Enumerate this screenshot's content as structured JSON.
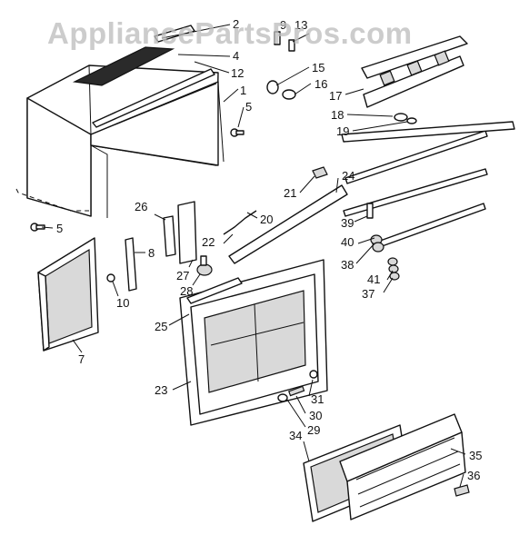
{
  "watermark": "AppliancePartsPros.com",
  "callouts": [
    {
      "id": "c1",
      "text": "1"
    },
    {
      "id": "c2",
      "text": "2"
    },
    {
      "id": "c4",
      "text": "4"
    },
    {
      "id": "c5a",
      "text": "5"
    },
    {
      "id": "c5b",
      "text": "5"
    },
    {
      "id": "c7",
      "text": "7"
    },
    {
      "id": "c8",
      "text": "8"
    },
    {
      "id": "c9",
      "text": "9"
    },
    {
      "id": "c10",
      "text": "10"
    },
    {
      "id": "c12",
      "text": "12"
    },
    {
      "id": "c13",
      "text": "13"
    },
    {
      "id": "c15",
      "text": "15"
    },
    {
      "id": "c16",
      "text": "16"
    },
    {
      "id": "c17",
      "text": "17"
    },
    {
      "id": "c18",
      "text": "18"
    },
    {
      "id": "c19",
      "text": "19"
    },
    {
      "id": "c20",
      "text": "20"
    },
    {
      "id": "c21",
      "text": "21"
    },
    {
      "id": "c22",
      "text": "22"
    },
    {
      "id": "c23",
      "text": "23"
    },
    {
      "id": "c24",
      "text": "24"
    },
    {
      "id": "c25",
      "text": "25"
    },
    {
      "id": "c26",
      "text": "26"
    },
    {
      "id": "c27",
      "text": "27"
    },
    {
      "id": "c28",
      "text": "28"
    },
    {
      "id": "c29",
      "text": "29"
    },
    {
      "id": "c30",
      "text": "30"
    },
    {
      "id": "c31",
      "text": "31"
    },
    {
      "id": "c34",
      "text": "34"
    },
    {
      "id": "c35",
      "text": "35"
    },
    {
      "id": "c36",
      "text": "36"
    },
    {
      "id": "c37",
      "text": "37"
    },
    {
      "id": "c38",
      "text": "38"
    },
    {
      "id": "c39",
      "text": "39"
    },
    {
      "id": "c40",
      "text": "40"
    },
    {
      "id": "c41",
      "text": "41"
    }
  ]
}
